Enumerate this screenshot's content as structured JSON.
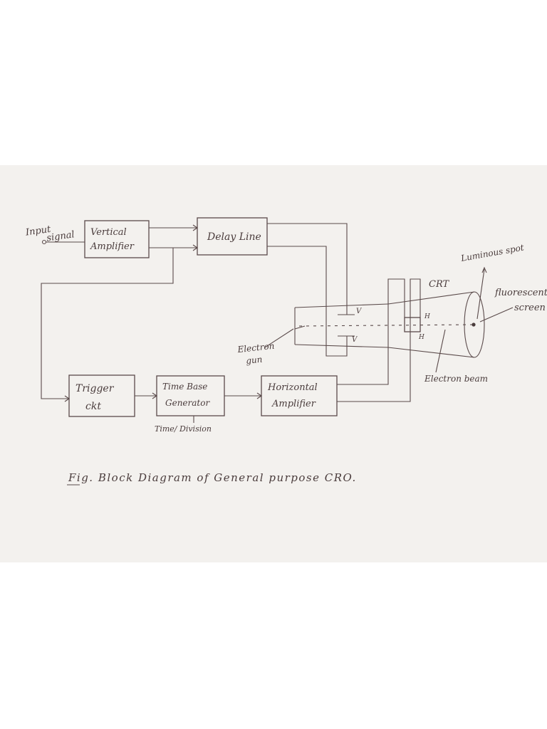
{
  "diagram": {
    "blocks": {
      "vertical_amplifier": [
        "Vertical",
        "Amplifier"
      ],
      "delay_line": "Delay Line",
      "trigger_ckt": [
        "Trigger",
        "ckt"
      ],
      "time_base_generator": [
        "Time Base",
        "Generator"
      ],
      "horizontal_amplifier": [
        "Horizontal",
        "Amplifier"
      ]
    },
    "labels": {
      "input_signal": [
        "Input",
        "signal"
      ],
      "time_division": "Time/ Division",
      "electron_gun": [
        "Electron",
        "gun"
      ],
      "crt": "CRT",
      "luminous_spot": "Luminous spot",
      "fluorescent_screen": [
        "fluorescent",
        "screen"
      ],
      "electron_beam": "Electron beam",
      "plate_v_top": "V",
      "plate_v_bottom": "V",
      "plate_h_top": "H",
      "plate_h_bottom": "H"
    },
    "caption": "Fig. Block Diagram of General purpose CRO."
  }
}
